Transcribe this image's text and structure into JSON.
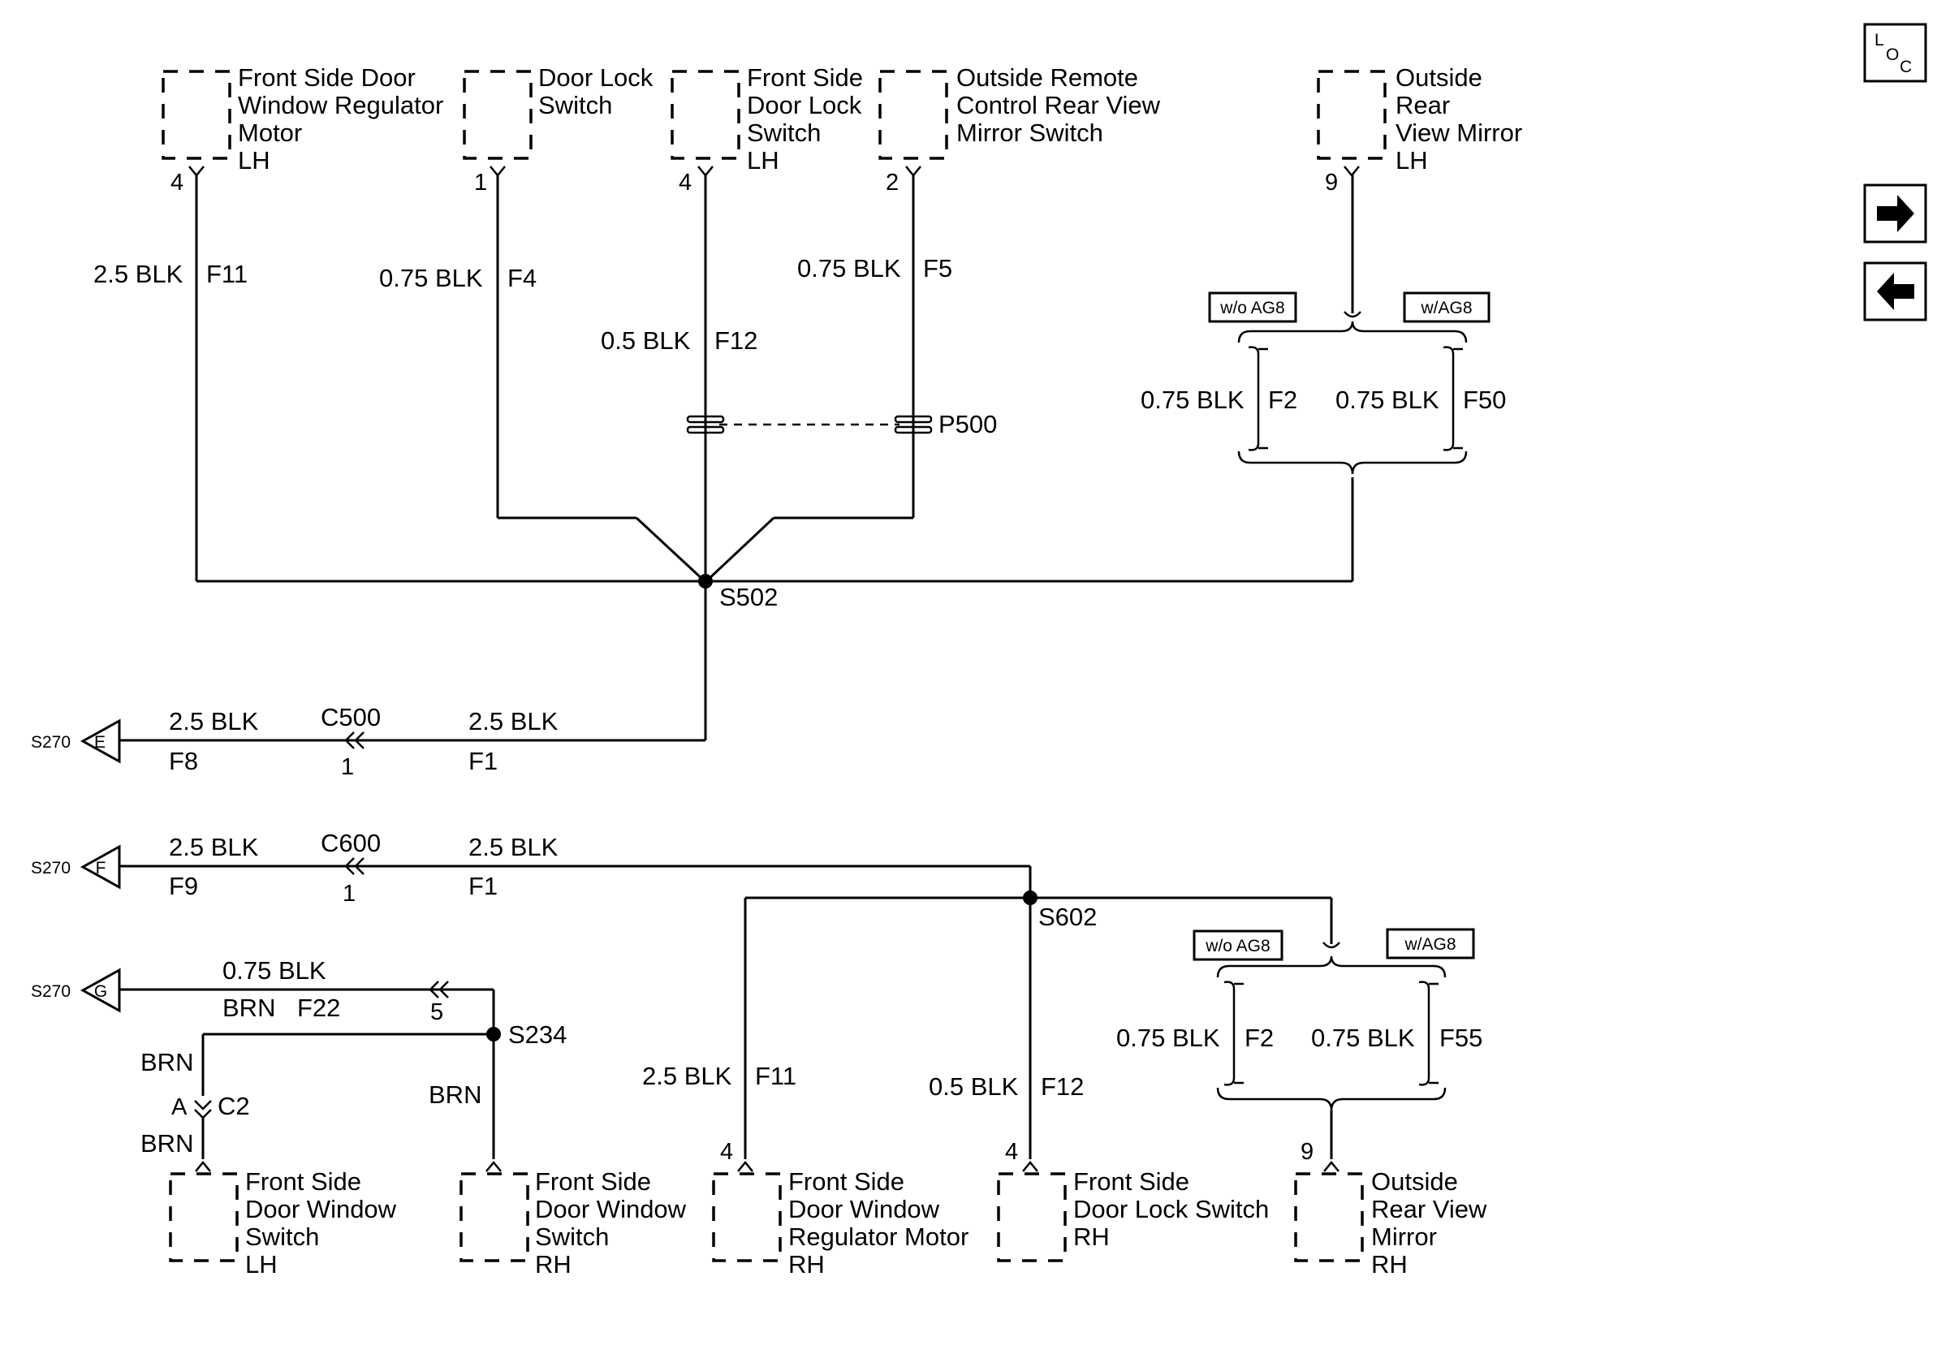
{
  "components": {
    "top": {
      "fs_window_motor_lh": [
        "Front Side Door",
        "Window Regulator",
        "Motor",
        "LH"
      ],
      "door_lock_switch": [
        "Door Lock",
        "Switch"
      ],
      "fs_door_lock_switch_lh": [
        "Front Side",
        "Door Lock",
        "Switch",
        "LH"
      ],
      "mirror_switch": [
        "Outside Remote",
        "Control Rear View",
        "Mirror Switch"
      ],
      "mirror_lh": [
        "Outside",
        "Rear",
        "View Mirror",
        "LH"
      ]
    },
    "bottom": {
      "window_switch_lh": [
        "Front Side",
        "Door Window",
        "Switch",
        "LH"
      ],
      "window_switch_rh": [
        "Front Side",
        "Door Window",
        "Switch",
        "RH"
      ],
      "window_motor_rh": [
        "Front Side",
        "Door Window",
        "Regulator Motor",
        "RH"
      ],
      "door_lock_switch_rh": [
        "Front Side",
        "Door Lock Switch",
        "RH"
      ],
      "mirror_rh": [
        "Outside",
        "Rear View",
        "Mirror",
        "RH"
      ]
    }
  },
  "pins": {
    "p_motor_lh": "4",
    "p_lock_sw": "1",
    "p_lock_sw_lh": "4",
    "p_mirror_sw": "2",
    "p_mirror_lh": "9",
    "p_c500": "1",
    "p_c600": "1",
    "p_g5": "5",
    "p_motor_rh": "4",
    "p_lock_rh": "4",
    "p_mirror_rh": "9",
    "p_c2_a": "A"
  },
  "wires": {
    "w_f11_top": {
      "size": "2.5 BLK",
      "circuit": "F11"
    },
    "w_f4": {
      "size": "0.75 BLK",
      "circuit": "F4"
    },
    "w_f12_top": {
      "size": "0.5 BLK",
      "circuit": "F12"
    },
    "w_f5": {
      "size": "0.75 BLK",
      "circuit": "F5"
    },
    "w_f2_top": {
      "size": "0.75 BLK",
      "circuit": "F2"
    },
    "w_f50": {
      "size": "0.75 BLK",
      "circuit": "F50"
    },
    "w_f8": {
      "size": "2.5 BLK",
      "circuit": "F8"
    },
    "w_f1_top": {
      "size": "2.5 BLK",
      "circuit": "F1"
    },
    "w_f9": {
      "size": "2.5 BLK",
      "circuit": "F9"
    },
    "w_f1_bot": {
      "size": "2.5 BLK",
      "circuit": "F1"
    },
    "w_f22": {
      "size": "0.75 BLK",
      "color2": "BRN",
      "circuit": "F22"
    },
    "w_f11_bot": {
      "size": "2.5 BLK",
      "circuit": "F11"
    },
    "w_f12_bot": {
      "size": "0.5 BLK",
      "circuit": "F12"
    },
    "w_f2_bot": {
      "size": "0.75 BLK",
      "circuit": "F2"
    },
    "w_f55": {
      "size": "0.75 BLK",
      "circuit": "F55"
    },
    "brn_1": "BRN",
    "brn_2": "BRN",
    "brn_3": "BRN"
  },
  "splices": {
    "s502": "S502",
    "s602": "S602",
    "s234": "S234",
    "p500": "P500"
  },
  "connectors": {
    "c500": "C500",
    "c600": "C600",
    "c2": "C2"
  },
  "grounds": {
    "g_e": {
      "ref": "S270",
      "letter": "E"
    },
    "g_f": {
      "ref": "S270",
      "letter": "F"
    },
    "g_g": {
      "ref": "S270",
      "letter": "G"
    }
  },
  "options": {
    "wo_ag8_top": "w/o AG8",
    "w_ag8_top": "w/AG8",
    "wo_ag8_bot": "w/o AG8",
    "w_ag8_bot": "w/AG8"
  },
  "nav": {
    "loc_l": "L",
    "loc_o": "O",
    "loc_c": "C"
  },
  "icons": {
    "forward": "right-arrow-icon",
    "back": "left-arrow-icon"
  }
}
